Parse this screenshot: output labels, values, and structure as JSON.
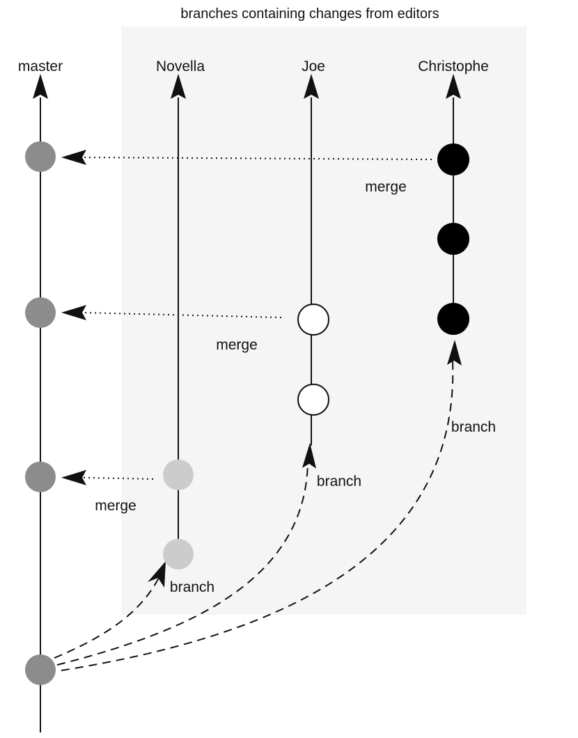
{
  "header": {
    "title": "branches containing changes from editors"
  },
  "branches": [
    {
      "name": "master"
    },
    {
      "name": "Novella"
    },
    {
      "name": "Joe"
    },
    {
      "name": "Christophe"
    }
  ],
  "annotations": {
    "merge_christophe": "merge",
    "merge_joe": "merge",
    "merge_novella": "merge",
    "branch_novella": "branch",
    "branch_joe": "branch",
    "branch_christophe": "branch"
  },
  "colors": {
    "editor_area": "#f5f5f5",
    "master_commit": "#8c8c8c",
    "novella_commit": "#cccccc",
    "joe_commit": "#ffffff",
    "christophe_commit": "#000000",
    "line": "#111111"
  }
}
